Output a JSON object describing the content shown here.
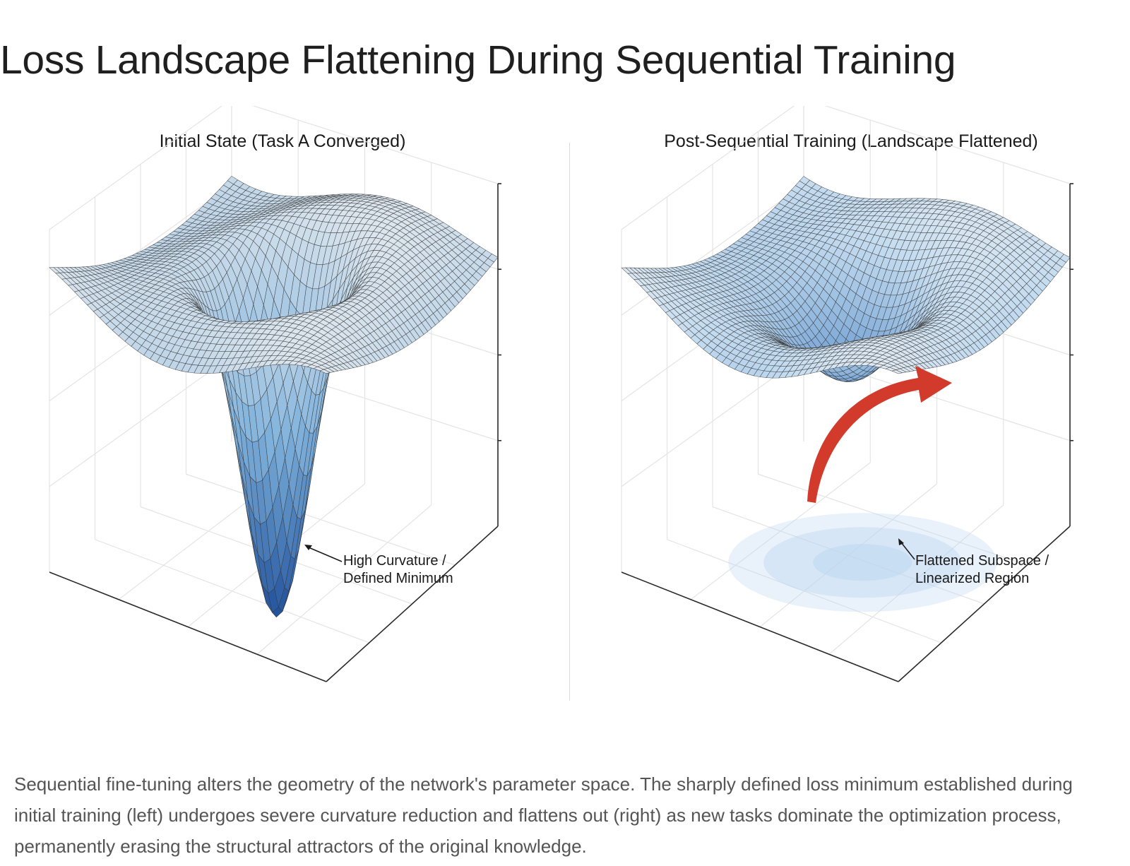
{
  "title": "Loss Landscape Flattening During Sequential Training",
  "panels": [
    {
      "id": "left",
      "title": "Initial State (Task A Converged)",
      "annotation_line1": "High Curvature /",
      "annotation_line2": "Defined Minimum",
      "surface": {
        "basin_depth": 1.0,
        "basin_width": 0.32,
        "color_deep": "#1e4f9a",
        "color_mid": "#7fb2dc",
        "color_top": "#f2f2f2"
      }
    },
    {
      "id": "right",
      "title": "Post-Sequential Training (Landscape Flattened)",
      "annotation_line1": "Flattened Subspace /",
      "annotation_line2": "Linearized Region",
      "surface": {
        "basin_depth": 0.3,
        "basin_width": 0.6,
        "color_deep": "#6f9fd2",
        "color_mid": "#c4dcf0",
        "color_top": "#f4f4f4"
      },
      "arrow_color": "#d23b2b",
      "shadow_color": "#bcd6f0"
    }
  ],
  "caption": "Sequential fine-tuning alters the geometry of the network's parameter space. The sharply defined loss minimum established during initial training (left) undergoes severe curvature reduction and flattens out (right) as new tasks dominate the optimization process, permanently erasing the structural attractors of the original knowledge."
}
